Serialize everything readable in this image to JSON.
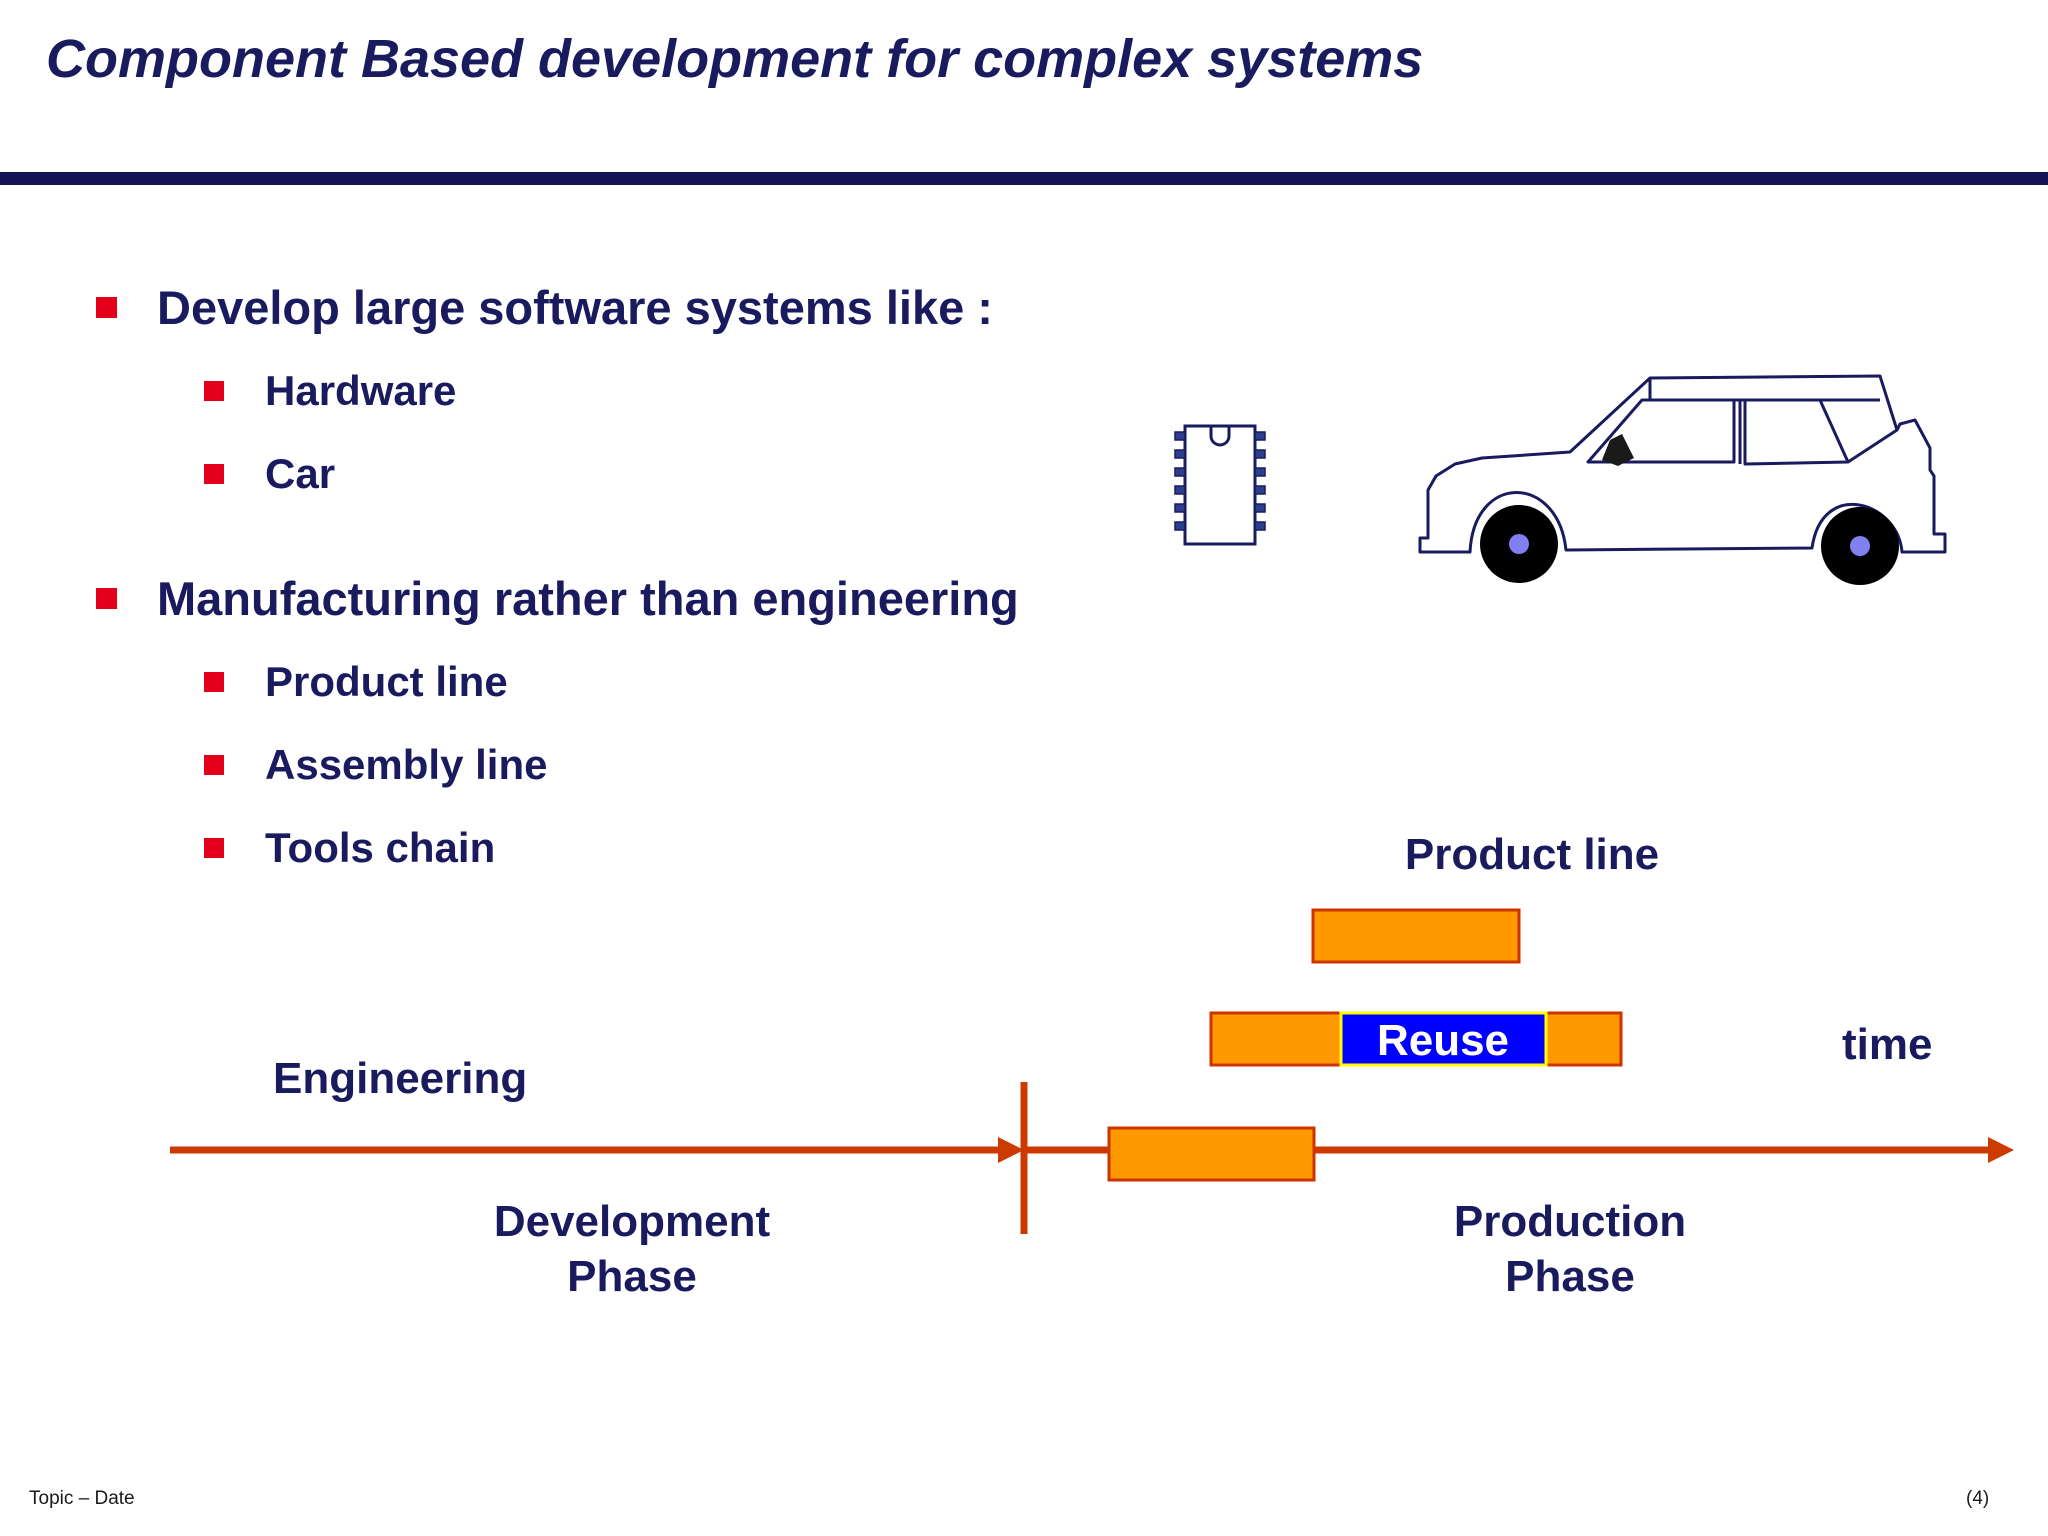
{
  "slide": {
    "title": "Component Based development for complex systems",
    "bullets": [
      {
        "text": "Develop large software systems like :",
        "children": [
          "Hardware",
          "Car"
        ]
      },
      {
        "text": "Manufacturing rather than engineering",
        "children": [
          "Product line",
          "Assembly line",
          "Tools chain"
        ]
      }
    ]
  },
  "diagram": {
    "product_line_label": "Product line",
    "reuse_label": "Reuse",
    "time_label": "time",
    "engineering_label": "Engineering",
    "development_phase_label": "Development\nPhase",
    "production_phase_label": "Production\nPhase"
  },
  "colors": {
    "title": "#1a1a5e",
    "bullet_square": "#e3001b",
    "arrow": "#cc3a00",
    "bar_fill": "#ff9900",
    "bar_border": "#cc3300",
    "reuse_fill": "#0000ff",
    "reuse_border": "#ffff00"
  },
  "icons": [
    "chip-icon",
    "car-icon"
  ],
  "footer": {
    "left": "Topic – Date",
    "right": "(4)"
  }
}
